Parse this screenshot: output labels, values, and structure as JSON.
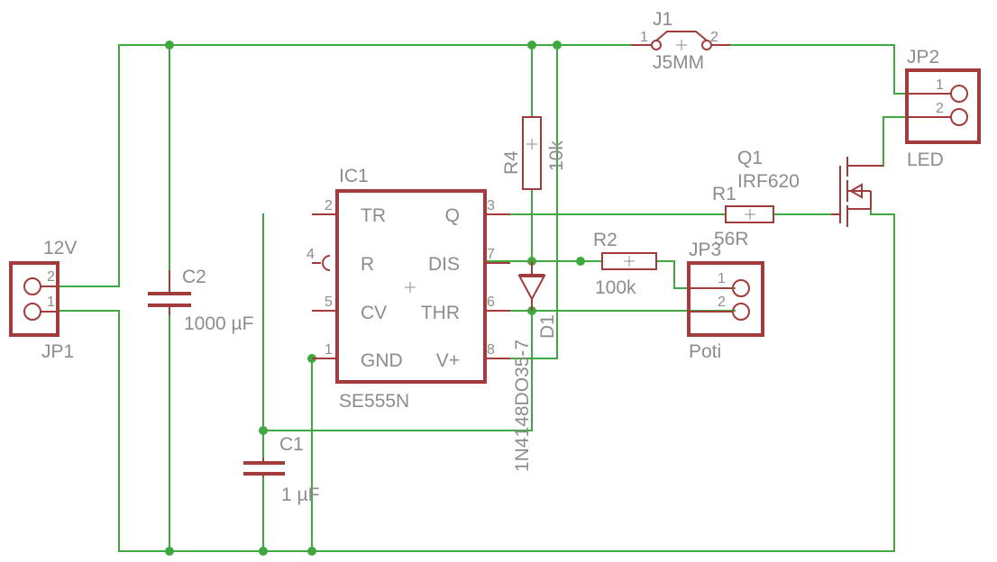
{
  "components": {
    "jp1": {
      "name": "JP1",
      "value": "12V",
      "pin2": "2",
      "pin1": "1"
    },
    "c2": {
      "name": "C2",
      "value": "1000 µF"
    },
    "c1": {
      "name": "C1",
      "value": "1 µF"
    },
    "ic1": {
      "name": "IC1",
      "value": "SE555N",
      "pins": {
        "tr": "TR",
        "r": "R",
        "cv": "CV",
        "gnd": "GND",
        "q": "Q",
        "dis": "DIS",
        "thr": "THR",
        "vplus": "V+"
      },
      "pin_numbers": {
        "p2": "2",
        "p4": "4",
        "p5": "5",
        "p1": "1",
        "p3": "3",
        "p7": "7",
        "p6": "6",
        "p8": "8"
      }
    },
    "r4": {
      "name": "R4",
      "value": "10k"
    },
    "d1": {
      "name": "D1",
      "value": "1N4148DO35-7"
    },
    "r2": {
      "name": "R2",
      "value": "100k"
    },
    "jp3": {
      "name": "JP3",
      "value": "Poti",
      "pin1": "1",
      "pin2": "2"
    },
    "r1": {
      "name": "R1",
      "value": "56R"
    },
    "q1": {
      "name": "Q1",
      "value": "IRF620"
    },
    "j1": {
      "name": "J1",
      "value": "J5MM",
      "pin1": "1",
      "pin2": "2"
    },
    "jp2": {
      "name": "JP2",
      "value": "LED",
      "pin1": "1",
      "pin2": "2"
    }
  },
  "colors": {
    "wire": "#3fa93f",
    "symbol": "#a23b3b",
    "label": "#8c8c8c",
    "background": "#ffffff"
  }
}
